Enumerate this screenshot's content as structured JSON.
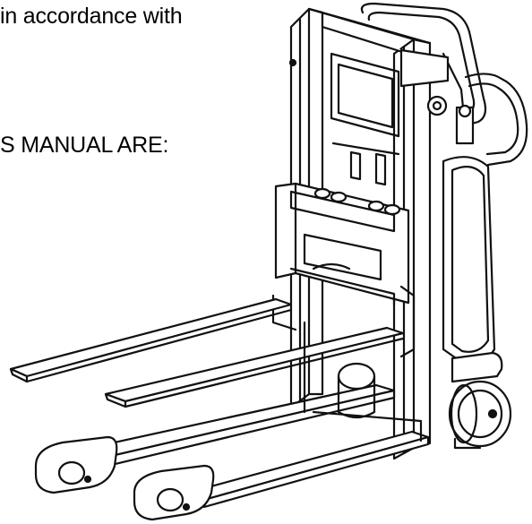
{
  "document": {
    "text_lines": [
      "in accordance with",
      "S MANUAL ARE:"
    ]
  },
  "figure": {
    "subject": "walkie-stacker-illustration",
    "line_color": "#111111",
    "fill_color": "#ffffff"
  }
}
